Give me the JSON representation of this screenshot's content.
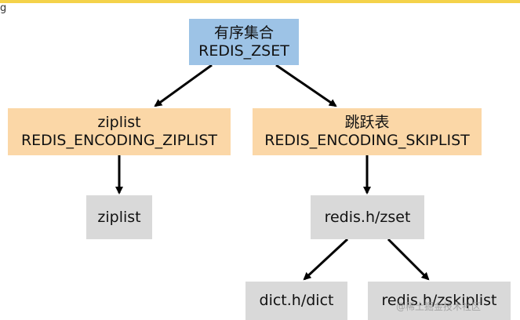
{
  "header": {
    "corner_glyph": "g"
  },
  "diagram": {
    "root": {
      "line1": "有序集合",
      "line2": "REDIS_ZSET"
    },
    "left_encoding": {
      "line1": "ziplist",
      "line2": "REDIS_ENCODING_ZIPLIST"
    },
    "right_encoding": {
      "line1": "跳跃表",
      "line2": "REDIS_ENCODING_SKIPLIST"
    },
    "left_impl": {
      "label": "ziplist"
    },
    "right_impl": {
      "label": "redis.h/zset"
    },
    "dict_node": {
      "label": "dict.h/dict"
    },
    "zskiplist_node": {
      "label": "redis.h/zskiplist"
    }
  },
  "watermark": {
    "text": "@稀土掘金技术社区"
  },
  "colors": {
    "root_fill": "#9dc3e6",
    "encoding_fill": "#fbd7a7",
    "impl_fill": "#d9d9d9",
    "arrow": "#000000"
  }
}
